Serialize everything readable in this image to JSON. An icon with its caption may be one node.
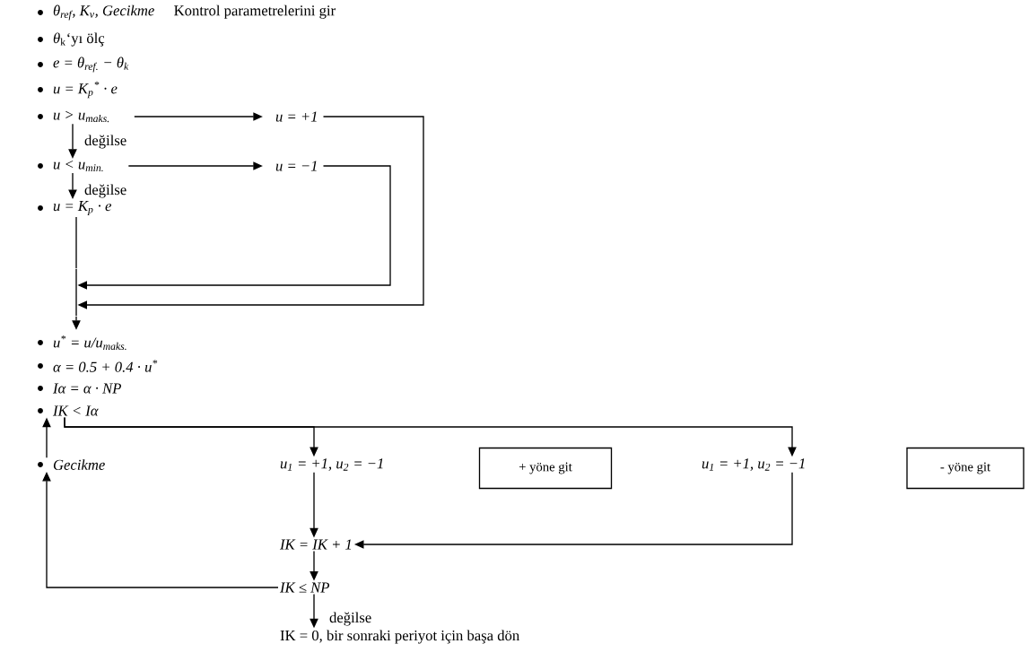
{
  "diagram": {
    "nodes": [
      {
        "text": [
          "θ$_{ref}$, K$_{v}$, Gecikme",
          "Kontrol parametrelerini gir"
        ]
      },
      {
        "text": [
          "*θ*$_{k}$‘yı ölç"
        ]
      },
      {
        "text": [
          "e = θ$_{ref.}$ − θ$_{k}$"
        ]
      },
      {
        "text": [
          "u = K$_{p}$$^{*}$ · e"
        ]
      },
      {
        "text": [
          "u > u$_{maks.}$"
        ]
      },
      {
        "text": [
          "u = +1"
        ]
      },
      {
        "text": [
          "u < u$_{min.}$"
        ]
      },
      {
        "text": [
          "u = −1"
        ]
      },
      {
        "text": [
          "u = K$_{p}$ · e"
        ]
      },
      {
        "text": [],
        "shape": "bar"
      },
      {
        "text": [
          "u$^{*}$ = u/u$_{maks.}$"
        ]
      },
      {
        "text": [
          "α = 0.5 + 0.4 · u$^{*}$"
        ]
      },
      {
        "text": [
          "Iα = α · NP"
        ]
      },
      {
        "text": [
          "IK < Iα"
        ]
      },
      {
        "text": [
          "Gecikme"
        ]
      },
      {
        "text": [
          "u$_{1}$ = +1,  u$_{2}$ = −1"
        ]
      },
      {
        "text": [
          "+ yöne git"
        ]
      },
      {
        "text": [
          "u$_{1}$ = +1,  u$_{2}$ = −1"
        ]
      },
      {
        "text": [
          "- yöne git"
        ]
      },
      {
        "text": [
          "IK = IK + 1"
        ]
      },
      {
        "text": [
          "IK ≤ NP"
        ]
      },
      {
        "text": [
          "IK = 0,  bir sonraki periyot için başa dön"
        ]
      }
    ],
    "edges": [
      {
        "from": 4,
        "to": 5,
        "arrow": "to"
      },
      {
        "from": 4,
        "to": 6,
        "arrow": "to",
        "label": "değilse"
      },
      {
        "from": 6,
        "to": 7,
        "arrow": "to"
      },
      {
        "from": 6,
        "to": 8,
        "arrow": "to",
        "label": "değilse"
      },
      {
        "from": 5,
        "to": 9,
        "arrow": "to"
      },
      {
        "from": 7,
        "to": 9,
        "arrow": "to"
      },
      {
        "from": 8,
        "to": 9,
        "arrow": "none"
      },
      {
        "from": 9,
        "to": 10,
        "arrow": "to"
      },
      {
        "from": 13,
        "to": 15,
        "arrow": "to"
      },
      {
        "from": 13,
        "to": 17,
        "arrow": "to"
      },
      {
        "from": 14,
        "to": 13,
        "arrow": "to"
      },
      {
        "from": 15,
        "to": 19,
        "arrow": "to"
      },
      {
        "from": 17,
        "to": 19,
        "arrow": "to"
      },
      {
        "from": 19,
        "to": 20,
        "arrow": "to"
      },
      {
        "from": 20,
        "to": 14,
        "arrow": "to"
      },
      {
        "from": 20,
        "to": 21,
        "arrow": "to",
        "label": "değilse"
      }
    ]
  }
}
